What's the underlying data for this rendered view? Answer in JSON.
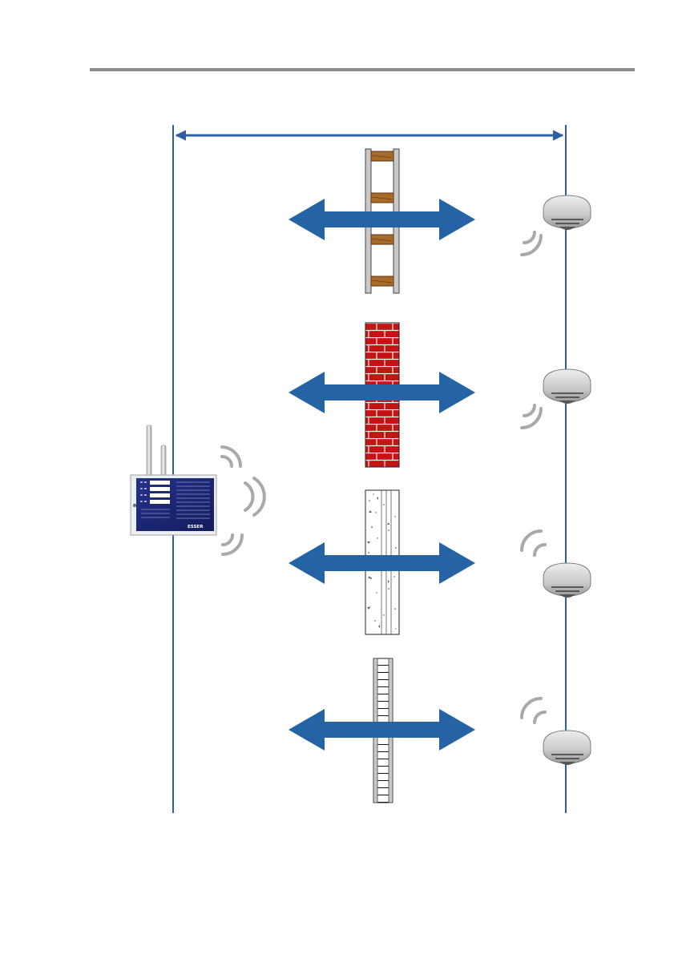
{
  "colors": {
    "arrow_blue": "#2563a4",
    "range_line_blue": "#2d5ea4",
    "header_rule_gray": "#8c8c8c",
    "wave_gray": "#a9a9a9",
    "wood_beam": "#a86b2c",
    "wood_dark": "#6b3e12",
    "stud_gray": "#c8c8c8",
    "brick_red": "#c41414",
    "mortar_white": "#f5f5f5",
    "panel_navy": "#1a2672",
    "detector_gray": "#cfcfcf"
  },
  "diagram": {
    "range_arrow": "double-headed",
    "walls": [
      {
        "id": "wood-frame",
        "type": "wood stud partition",
        "icon": "wood-frame-wall-icon"
      },
      {
        "id": "brick",
        "type": "brick wall",
        "icon": "brick-wall-icon"
      },
      {
        "id": "concrete",
        "type": "concrete wall",
        "icon": "concrete-wall-icon"
      },
      {
        "id": "reinforced",
        "type": "reinforced / lattice wall",
        "icon": "lattice-wall-icon"
      }
    ],
    "control_panel": {
      "icon": "wireless-control-panel-icon",
      "brand_text": "ESSER"
    },
    "detectors": [
      {
        "id": "detector-1",
        "icon": "smoke-detector-icon"
      },
      {
        "id": "detector-2",
        "icon": "smoke-detector-icon"
      },
      {
        "id": "detector-3",
        "icon": "smoke-detector-icon"
      },
      {
        "id": "detector-4",
        "icon": "smoke-detector-icon"
      }
    ]
  }
}
